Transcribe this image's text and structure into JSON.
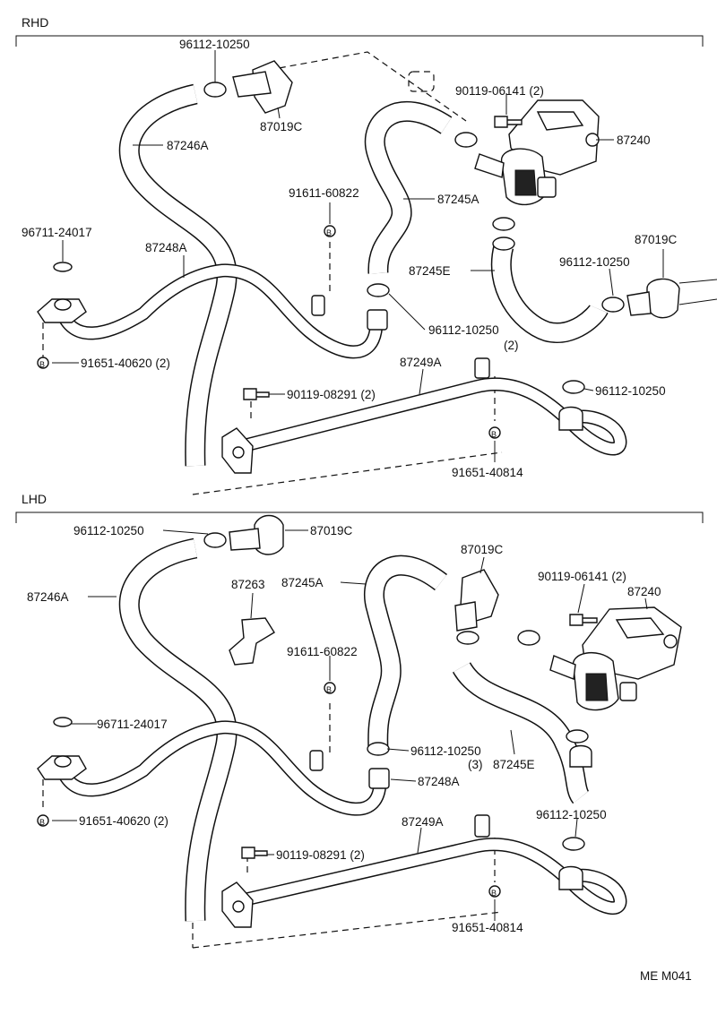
{
  "sections": {
    "top": "RHD",
    "bottom": "LHD"
  },
  "rhd": {
    "l1": "96112-10250",
    "l2": "87019C",
    "l3": "87246A",
    "l4": "90119-06141 (2)",
    "l5": "87240",
    "l6": "91611-60822",
    "l7": "87245A",
    "l8": "96711-24017",
    "l9": "87248A",
    "l10": "87019C",
    "l11": "87245E",
    "l12": "96112-10250",
    "l13": "96112-10250",
    "l14": "(2)",
    "l15": "91651-40620 (2)",
    "l16": "87249A",
    "l17": "90119-08291 (2)",
    "l18": "96112-10250",
    "l19": "91651-40814"
  },
  "lhd": {
    "l1": "96112-10250",
    "l2": "87019C",
    "l3": "87263",
    "l4": "87245A",
    "l5": "87019C",
    "l6": "90119-06141 (2)",
    "l7": "87246A",
    "l8": "87240",
    "l9": "91611-60822",
    "l10": "96711-24017",
    "l11": "96112-10250",
    "l12": "(3)",
    "l13": "87245E",
    "l14": "87248A",
    "l15": "91651-40620 (2)",
    "l16": "87249A",
    "l17": "96112-10250",
    "l18": "90119-08291 (2)",
    "l19": "91651-40814"
  },
  "marker": "B",
  "footer": "ME M041"
}
